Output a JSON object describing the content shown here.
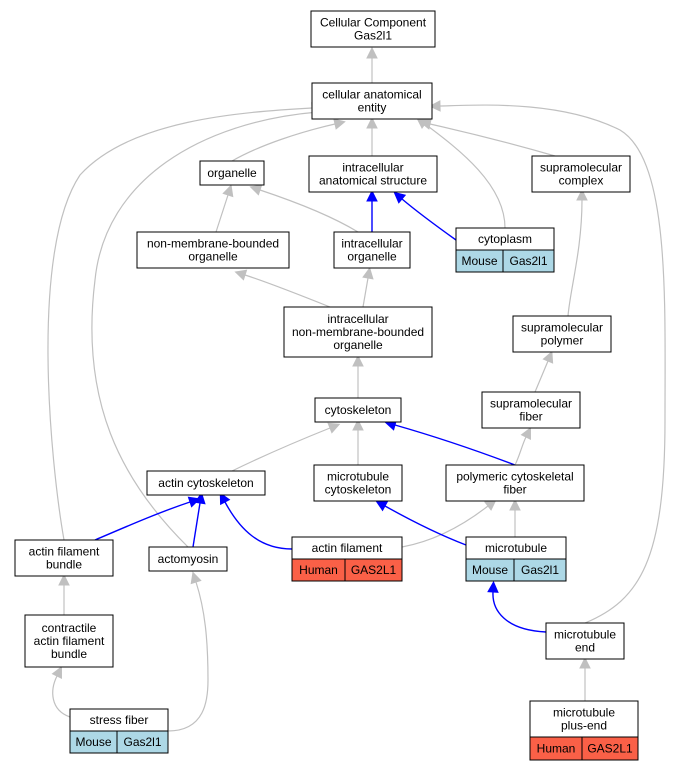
{
  "colors": {
    "mouse": "#add8e6",
    "human": "#fa6047",
    "is_a_edge": "#c0c0c0",
    "part_of_edge": "#0000ff"
  },
  "nodes": {
    "root": {
      "lines": [
        "Cellular Component",
        "Gas2l1"
      ]
    },
    "cae": {
      "lines": [
        "cellular anatomical",
        "entity"
      ]
    },
    "organelle": {
      "lines": [
        "organelle"
      ]
    },
    "ias": {
      "lines": [
        "intracellular",
        "anatomical structure"
      ]
    },
    "supramolecular_complex": {
      "lines": [
        "supramolecular",
        "complex"
      ]
    },
    "nmbo": {
      "lines": [
        "non-membrane-bounded",
        "organelle"
      ]
    },
    "intracellular_organelle": {
      "lines": [
        "intracellular",
        "organelle"
      ]
    },
    "cytoplasm": {
      "lines": [
        "cytoplasm"
      ],
      "species": "Mouse",
      "gene": "Gas2l1"
    },
    "inmbo": {
      "lines": [
        "intracellular",
        "non-membrane-bounded",
        "organelle"
      ]
    },
    "supramolecular_polymer": {
      "lines": [
        "supramolecular",
        "polymer"
      ]
    },
    "cytoskeleton": {
      "lines": [
        "cytoskeleton"
      ]
    },
    "supramolecular_fiber": {
      "lines": [
        "supramolecular",
        "fiber"
      ]
    },
    "actin_cytoskeleton": {
      "lines": [
        "actin cytoskeleton"
      ]
    },
    "microtubule_cytoskeleton": {
      "lines": [
        "microtubule",
        "cytoskeleton"
      ]
    },
    "pcf": {
      "lines": [
        "polymeric cytoskeletal",
        "fiber"
      ]
    },
    "afb": {
      "lines": [
        "actin filament",
        "bundle"
      ]
    },
    "actomyosin": {
      "lines": [
        "actomyosin"
      ]
    },
    "actin_filament": {
      "lines": [
        "actin filament"
      ],
      "species": "Human",
      "gene": "GAS2L1"
    },
    "microtubule": {
      "lines": [
        "microtubule"
      ],
      "species": "Mouse",
      "gene": "Gas2l1"
    },
    "cafb": {
      "lines": [
        "contractile",
        "actin filament",
        "bundle"
      ]
    },
    "microtubule_end": {
      "lines": [
        "microtubule",
        "end"
      ]
    },
    "stress_fiber": {
      "lines": [
        "stress fiber"
      ],
      "species": "Mouse",
      "gene": "Gas2l1"
    },
    "mpe": {
      "lines": [
        "microtubule",
        "plus-end"
      ],
      "species": "Human",
      "gene": "GAS2L1"
    }
  },
  "edges": [
    {
      "from": "cae",
      "to": "root",
      "type": "is_a"
    },
    {
      "from": "organelle",
      "to": "cae",
      "type": "is_a"
    },
    {
      "from": "ias",
      "to": "cae",
      "type": "is_a"
    },
    {
      "from": "supramolecular_complex",
      "to": "cae",
      "type": "is_a"
    },
    {
      "from": "cytoplasm",
      "to": "cae",
      "type": "is_a"
    },
    {
      "from": "afb",
      "to": "cae",
      "type": "is_a"
    },
    {
      "from": "actomyosin",
      "to": "cae",
      "type": "is_a"
    },
    {
      "from": "microtubule_end",
      "to": "cae",
      "type": "is_a"
    },
    {
      "from": "nmbo",
      "to": "organelle",
      "type": "is_a"
    },
    {
      "from": "intracellular_organelle",
      "to": "organelle",
      "type": "is_a"
    },
    {
      "from": "intracellular_organelle",
      "to": "ias",
      "type": "part_of"
    },
    {
      "from": "cytoplasm",
      "to": "ias",
      "type": "part_of"
    },
    {
      "from": "inmbo",
      "to": "nmbo",
      "type": "is_a"
    },
    {
      "from": "inmbo",
      "to": "intracellular_organelle",
      "type": "is_a"
    },
    {
      "from": "supramolecular_polymer",
      "to": "supramolecular_complex",
      "type": "is_a"
    },
    {
      "from": "supramolecular_fiber",
      "to": "supramolecular_polymer",
      "type": "is_a"
    },
    {
      "from": "cytoskeleton",
      "to": "inmbo",
      "type": "is_a"
    },
    {
      "from": "actin_cytoskeleton",
      "to": "cytoskeleton",
      "type": "is_a"
    },
    {
      "from": "microtubule_cytoskeleton",
      "to": "cytoskeleton",
      "type": "is_a"
    },
    {
      "from": "pcf",
      "to": "cytoskeleton",
      "type": "part_of"
    },
    {
      "from": "pcf",
      "to": "supramolecular_fiber",
      "type": "is_a"
    },
    {
      "from": "afb",
      "to": "actin_cytoskeleton",
      "type": "part_of"
    },
    {
      "from": "actomyosin",
      "to": "actin_cytoskeleton",
      "type": "part_of"
    },
    {
      "from": "actin_filament",
      "to": "actin_cytoskeleton",
      "type": "part_of"
    },
    {
      "from": "actin_filament",
      "to": "pcf",
      "type": "is_a"
    },
    {
      "from": "microtubule",
      "to": "microtubule_cytoskeleton",
      "type": "part_of"
    },
    {
      "from": "microtubule",
      "to": "pcf",
      "type": "is_a"
    },
    {
      "from": "cafb",
      "to": "afb",
      "type": "is_a"
    },
    {
      "from": "stress_fiber",
      "to": "cafb",
      "type": "is_a"
    },
    {
      "from": "stress_fiber",
      "to": "actomyosin",
      "type": "is_a"
    },
    {
      "from": "microtubule_end",
      "to": "microtubule",
      "type": "part_of"
    },
    {
      "from": "mpe",
      "to": "microtubule_end",
      "type": "is_a"
    }
  ]
}
